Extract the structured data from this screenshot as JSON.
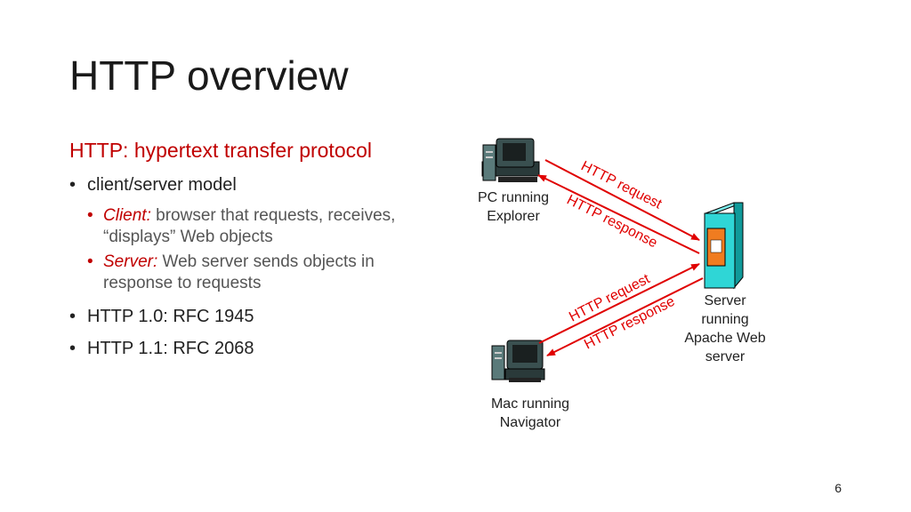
{
  "title": "HTTP overview",
  "subtitle": "HTTP: hypertext transfer protocol",
  "bullets": {
    "b1": "client/server model",
    "client_label": "Client:",
    "client_text": " browser that requests, receives, “displays” Web objects",
    "server_label": "Server:",
    "server_text": " Web server sends objects in response to requests",
    "b2": "HTTP 1.0: RFC 1945",
    "b3": "HTTP 1.1: RFC 2068"
  },
  "diagram": {
    "pc_label_1": "PC running",
    "pc_label_2": "Explorer",
    "mac_label_1": "Mac running",
    "mac_label_2": "Navigator",
    "server_label_1": "Server",
    "server_label_2": "running",
    "server_label_3": "Apache Web",
    "server_label_4": "server",
    "arrow_top_request": "HTTP request",
    "arrow_top_response": "HTTP response",
    "arrow_bottom_request": "HTTP request",
    "arrow_bottom_response": "HTTP response",
    "arrow_color": "#e00000"
  },
  "page_number": "6"
}
